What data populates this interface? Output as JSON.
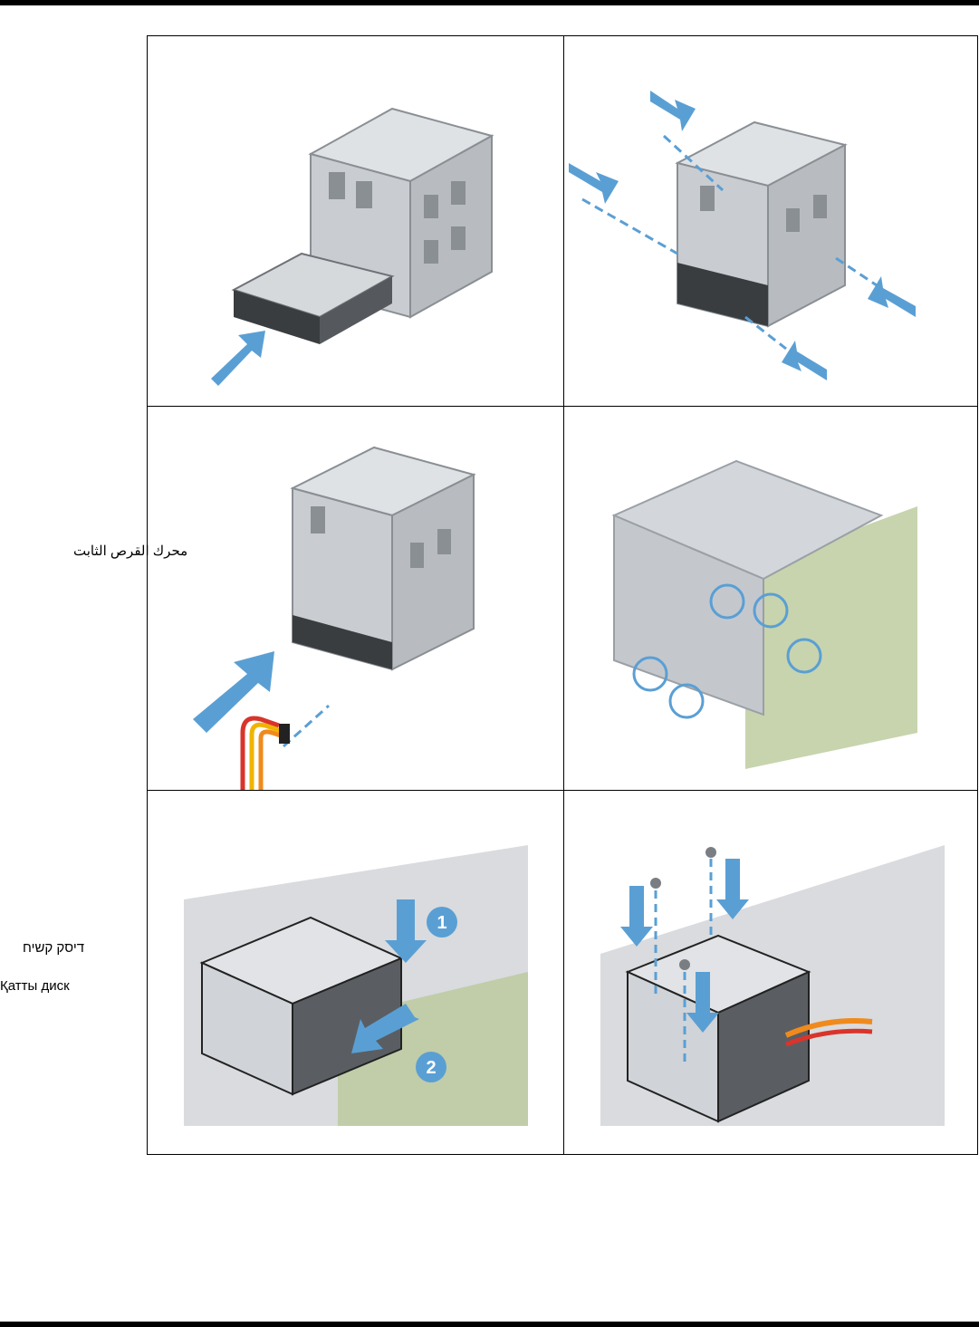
{
  "labels": {
    "arabic": "محرك القرص الثابت",
    "hebrew": "דיסק קשיח",
    "kazakh": "Қатты диск"
  },
  "steps": {
    "step5_badge_1": "1",
    "step5_badge_2": "2"
  },
  "colors": {
    "arrow_blue": "#5a9fd4",
    "metal": "#c9cdd1",
    "metal_dark": "#8a8f94",
    "board_green": "#b9c99a",
    "cable_red": "#d9342b",
    "cable_yellow": "#f0b400",
    "cable_orange": "#f08a1c"
  }
}
